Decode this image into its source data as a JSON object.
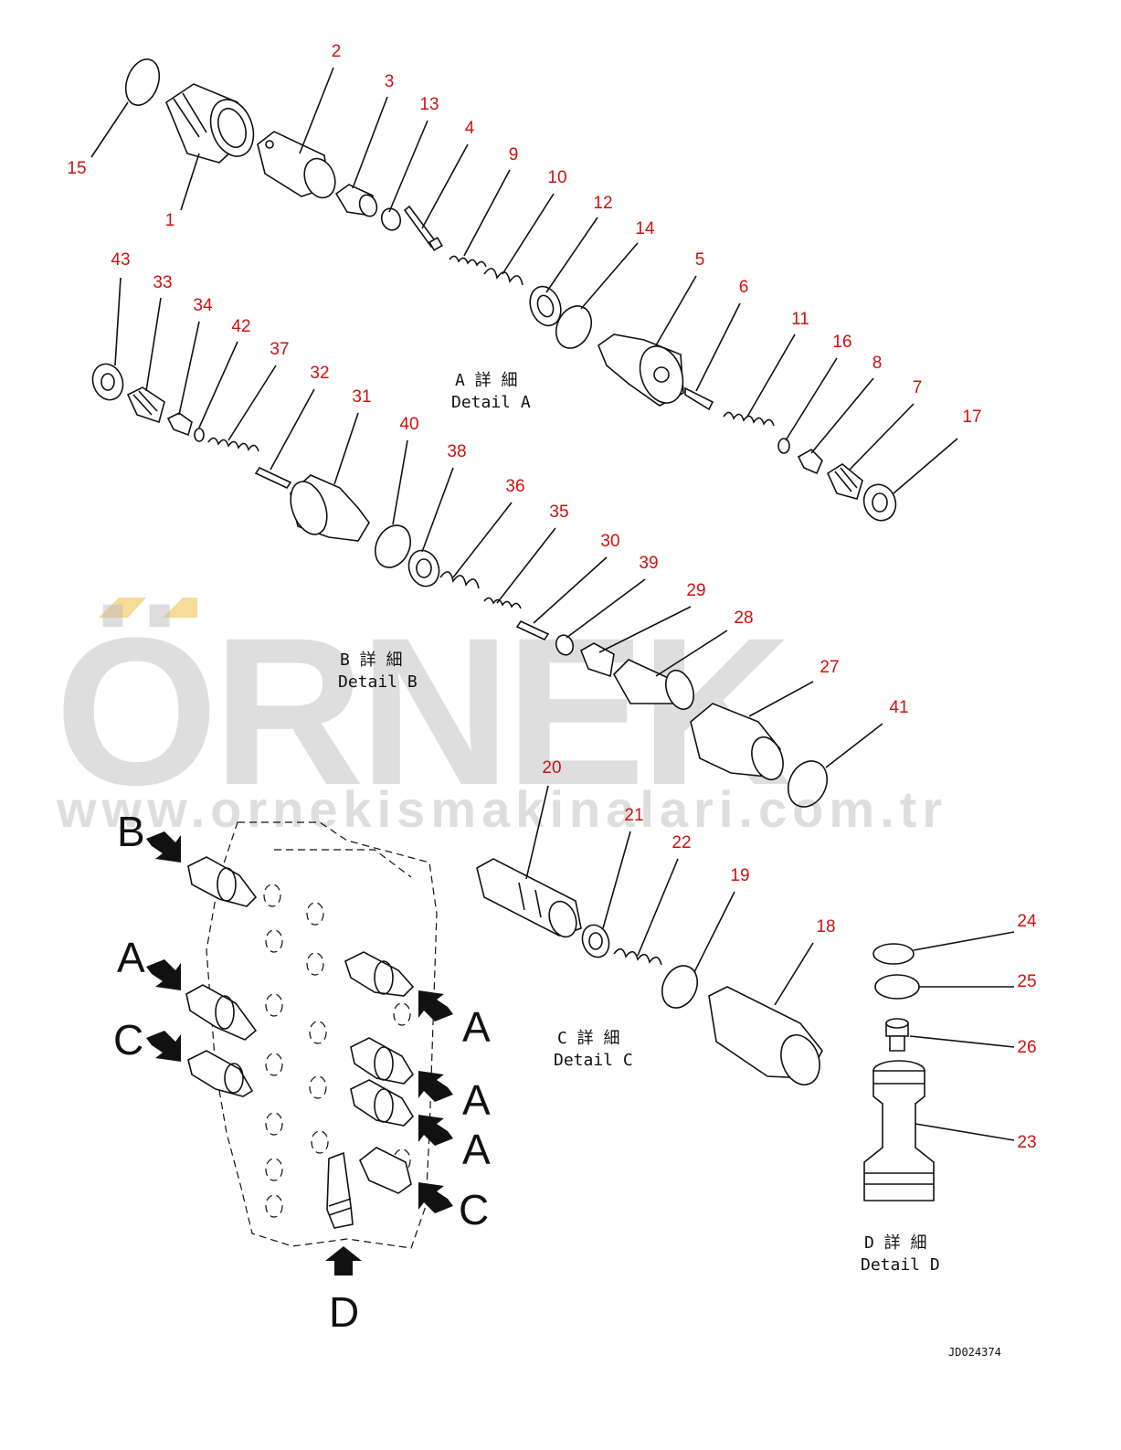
{
  "diagram": {
    "drawing_code": "JD024374",
    "watermark": {
      "brand": "ÖRNEK",
      "url": "www.ornekismakinalari.com.tr",
      "accent_color": "#f5d78e"
    },
    "details": [
      {
        "id": "detail-a",
        "jp": "A 詳 細",
        "en": "Detail A"
      },
      {
        "id": "detail-b",
        "jp": "B 詳 細",
        "en": "Detail B"
      },
      {
        "id": "detail-c",
        "jp": "C 詳 細",
        "en": "Detail C"
      },
      {
        "id": "detail-d",
        "jp": "D 詳 細",
        "en": "Detail D"
      }
    ],
    "view_letters": [
      "B",
      "A",
      "C",
      "A",
      "A",
      "A",
      "C",
      "D"
    ],
    "part_numbers": [
      "15",
      "1",
      "2",
      "3",
      "13",
      "4",
      "9",
      "10",
      "12",
      "14",
      "5",
      "6",
      "11",
      "16",
      "8",
      "7",
      "17",
      "43",
      "33",
      "34",
      "42",
      "37",
      "32",
      "31",
      "40",
      "38",
      "36",
      "35",
      "30",
      "39",
      "29",
      "28",
      "27",
      "41",
      "20",
      "21",
      "22",
      "19",
      "18",
      "24",
      "25",
      "26",
      "23"
    ],
    "colors": {
      "part_number": "#d01010",
      "line": "#111111"
    }
  }
}
